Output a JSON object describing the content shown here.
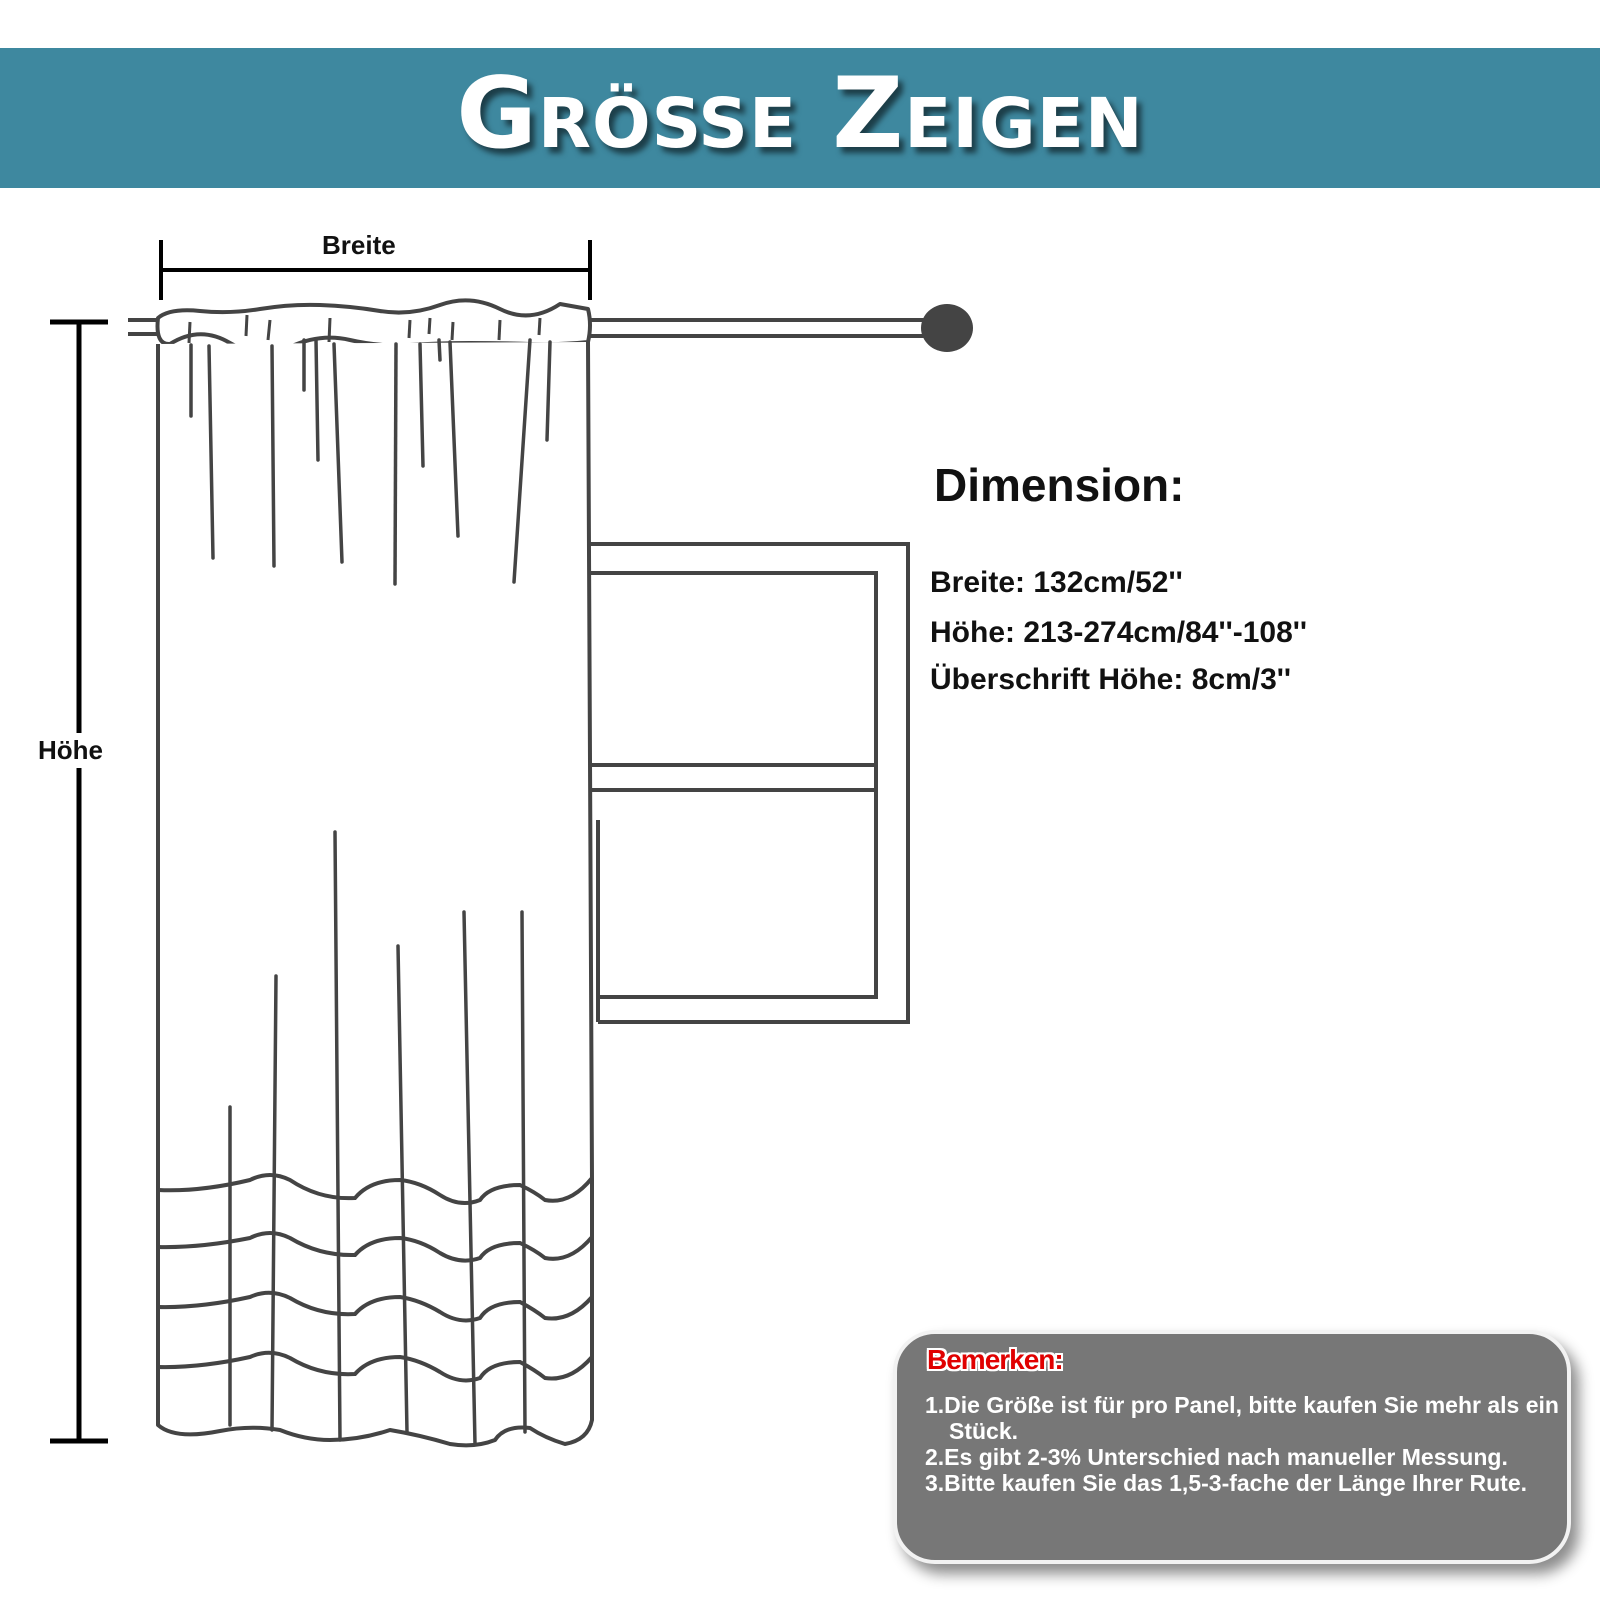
{
  "header": {
    "title": "Größe Zeigen",
    "background_color": "#3e889f",
    "text_color": "#ffffff"
  },
  "diagram": {
    "width_label": "Breite",
    "height_label": "Höhe",
    "line_color": "#444444",
    "measure_color": "#000000"
  },
  "dimension": {
    "title": "Dimension:",
    "lines": [
      "Breite: 132cm/52''",
      "Höhe: 213-274cm/84''-108''",
      "Überschrift Höhe: 8cm/3''"
    ]
  },
  "notes": {
    "title": "Bemerken:",
    "title_color": "#e00000",
    "box_color": "#777777",
    "items": [
      "1.Die Größe ist für pro Panel, bitte kaufen Sie mehr als ein Stück.",
      "2.Es gibt 2-3% Unterschied nach manueller Messung.",
      "3.Bitte kaufen Sie das 1,5-3-fache der Länge Ihrer Rute."
    ]
  }
}
